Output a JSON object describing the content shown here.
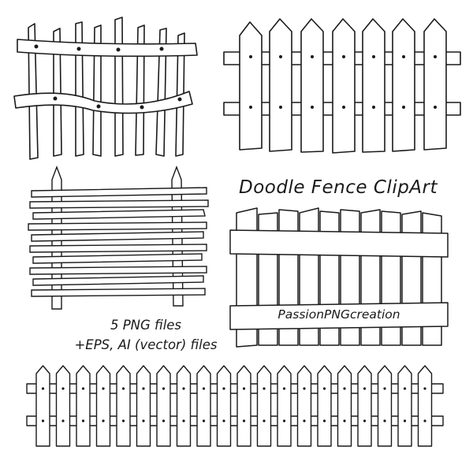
{
  "title": "Doodle Fence ClipArt",
  "files": {
    "line1": "5 PNG files",
    "line2": "+EPS, AI (vector) files"
  },
  "brand_label": "PassionPNGcreation",
  "colors": {
    "ink": "#1a1a1a",
    "background": "#ffffff"
  },
  "illustrations": [
    "rustic-stick-fence",
    "pointed-picket-fence",
    "woven-wattle-fence",
    "plank-board-fence",
    "long-picket-fence"
  ]
}
